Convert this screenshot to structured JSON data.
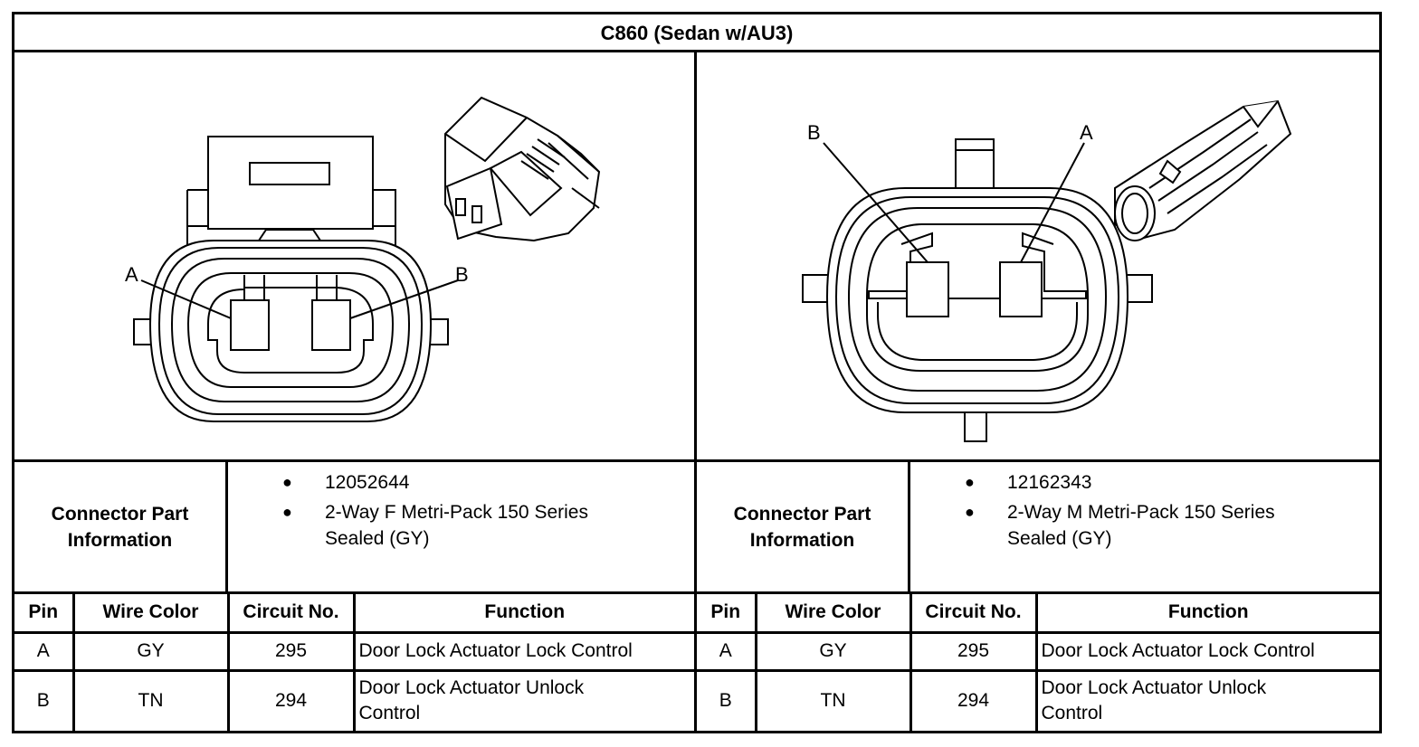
{
  "title": "C860 (Sedan w/AU3)",
  "connectors": [
    {
      "info_label_line1": "Connector Part",
      "info_label_line2": "Information",
      "part_number": "12052644",
      "description_line1": "2-Way F Metri-Pack 150 Series",
      "description_line2": "Sealed (GY)",
      "diagram_labels": {
        "a": "A",
        "b": "B"
      },
      "table": {
        "headers": [
          "Pin",
          "Wire Color",
          "Circuit No.",
          "Function"
        ],
        "rows": [
          {
            "pin": "A",
            "wire_color": "GY",
            "circuit": "295",
            "function_line1": "Door Lock Actuator Lock Control",
            "function_line2": ""
          },
          {
            "pin": "B",
            "wire_color": "TN",
            "circuit": "294",
            "function_line1": "Door Lock Actuator Unlock",
            "function_line2": "Control"
          }
        ]
      }
    },
    {
      "info_label_line1": "Connector Part",
      "info_label_line2": "Information",
      "part_number": "12162343",
      "description_line1": "2-Way M Metri-Pack 150 Series",
      "description_line2": "Sealed (GY)",
      "diagram_labels": {
        "a": "A",
        "b": "B"
      },
      "table": {
        "headers": [
          "Pin",
          "Wire Color",
          "Circuit No.",
          "Function"
        ],
        "rows": [
          {
            "pin": "A",
            "wire_color": "GY",
            "circuit": "295",
            "function_line1": "Door Lock Actuator Lock Control",
            "function_line2": ""
          },
          {
            "pin": "B",
            "wire_color": "TN",
            "circuit": "294",
            "function_line1": "Door Lock Actuator Unlock",
            "function_line2": "Control"
          }
        ]
      }
    }
  ]
}
